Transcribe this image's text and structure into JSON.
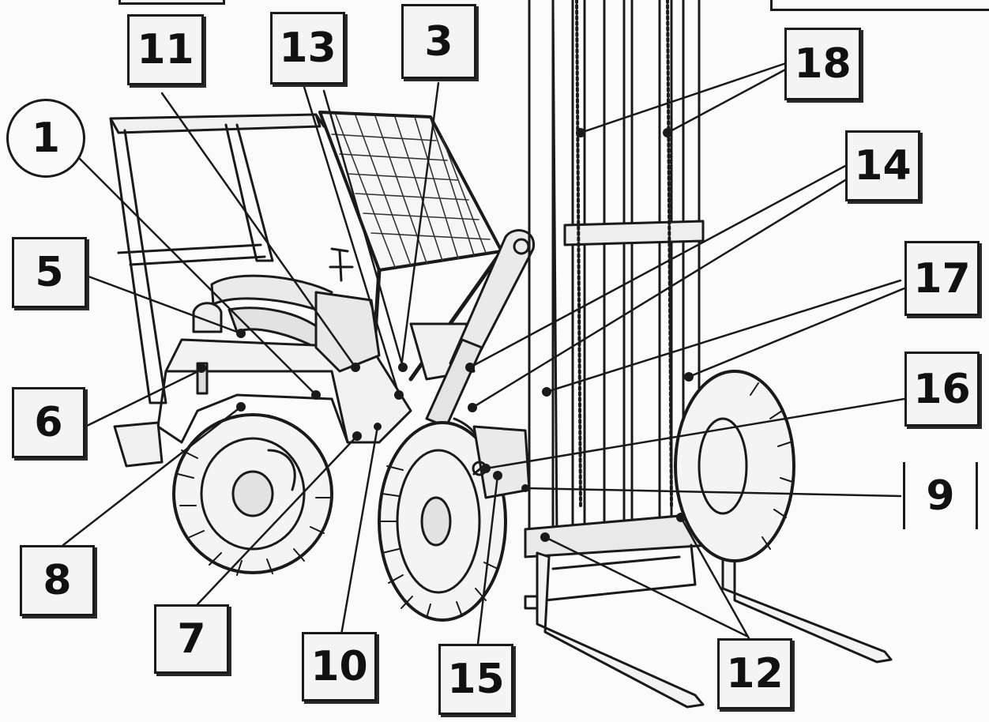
{
  "callouts": {
    "c1": "1",
    "c3": "3",
    "c5": "5",
    "c6": "6",
    "c7": "7",
    "c8": "8",
    "c9": "9",
    "c10": "10",
    "c11": "11",
    "c12": "12",
    "c13": "13",
    "c14": "14",
    "c15": "15",
    "c16": "16",
    "c17": "17",
    "c18": "18"
  },
  "colors": {
    "ink": "#1a1a1a",
    "paper": "#fbfbfb",
    "label_fill": "#f4f4f4"
  }
}
